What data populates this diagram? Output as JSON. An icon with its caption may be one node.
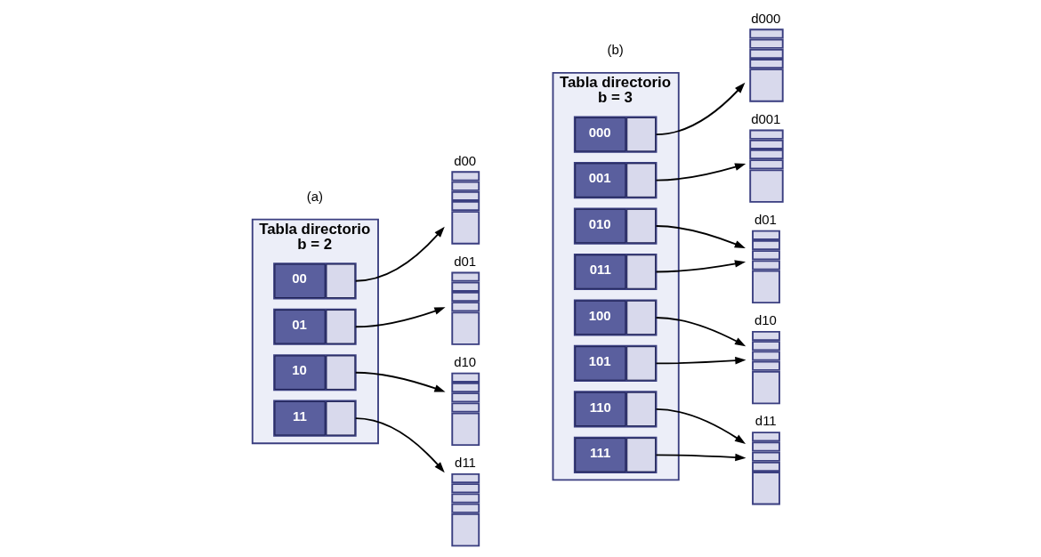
{
  "diagram": {
    "nodes": [
      {
        "text": [
          "Tabla directorio",
          "b = 2"
        ]
      },
      {
        "text": [
          "00"
        ],
        "in": 0
      },
      {
        "text": [
          "01"
        ],
        "in": 0
      },
      {
        "text": [
          "10"
        ],
        "in": 0
      },
      {
        "text": [
          "11"
        ],
        "in": 0
      },
      {
        "text": [
          "Tabla directorio",
          "b = 3"
        ]
      },
      {
        "text": [
          "000"
        ],
        "in": 5
      },
      {
        "text": [
          "001"
        ],
        "in": 5
      },
      {
        "text": [
          "010"
        ],
        "in": 5
      },
      {
        "text": [
          "011"
        ],
        "in": 5
      },
      {
        "text": [
          "100"
        ],
        "in": 5
      },
      {
        "text": [
          "101"
        ],
        "in": 5
      },
      {
        "text": [
          "110"
        ],
        "in": 5
      },
      {
        "text": [
          "111"
        ],
        "in": 5
      },
      {
        "text": [
          "d00"
        ]
      },
      {
        "text": [
          "d01"
        ]
      },
      {
        "text": [
          "d10"
        ]
      },
      {
        "text": [
          "d11"
        ]
      },
      {
        "text": [
          "d000"
        ]
      },
      {
        "text": [
          "d001"
        ]
      },
      {
        "text": [
          "d01"
        ]
      },
      {
        "text": [
          "d10"
        ]
      },
      {
        "text": [
          "d11"
        ]
      }
    ],
    "edges": [
      {
        "from": 1,
        "to": 14,
        "arrow": "to"
      },
      {
        "from": 2,
        "to": 15,
        "arrow": "to"
      },
      {
        "from": 3,
        "to": 16,
        "arrow": "to"
      },
      {
        "from": 4,
        "to": 17,
        "arrow": "to"
      },
      {
        "from": 6,
        "to": 18,
        "arrow": "to"
      },
      {
        "from": 7,
        "to": 19,
        "arrow": "to"
      },
      {
        "from": 8,
        "to": 20,
        "arrow": "to"
      },
      {
        "from": 9,
        "to": 20,
        "arrow": "to"
      },
      {
        "from": 10,
        "to": 21,
        "arrow": "to"
      },
      {
        "from": 11,
        "to": 21,
        "arrow": "to"
      },
      {
        "from": 12,
        "to": 22,
        "arrow": "to"
      },
      {
        "from": 13,
        "to": 22,
        "arrow": "to"
      }
    ],
    "labels": [
      "(a)",
      "(b)"
    ]
  }
}
